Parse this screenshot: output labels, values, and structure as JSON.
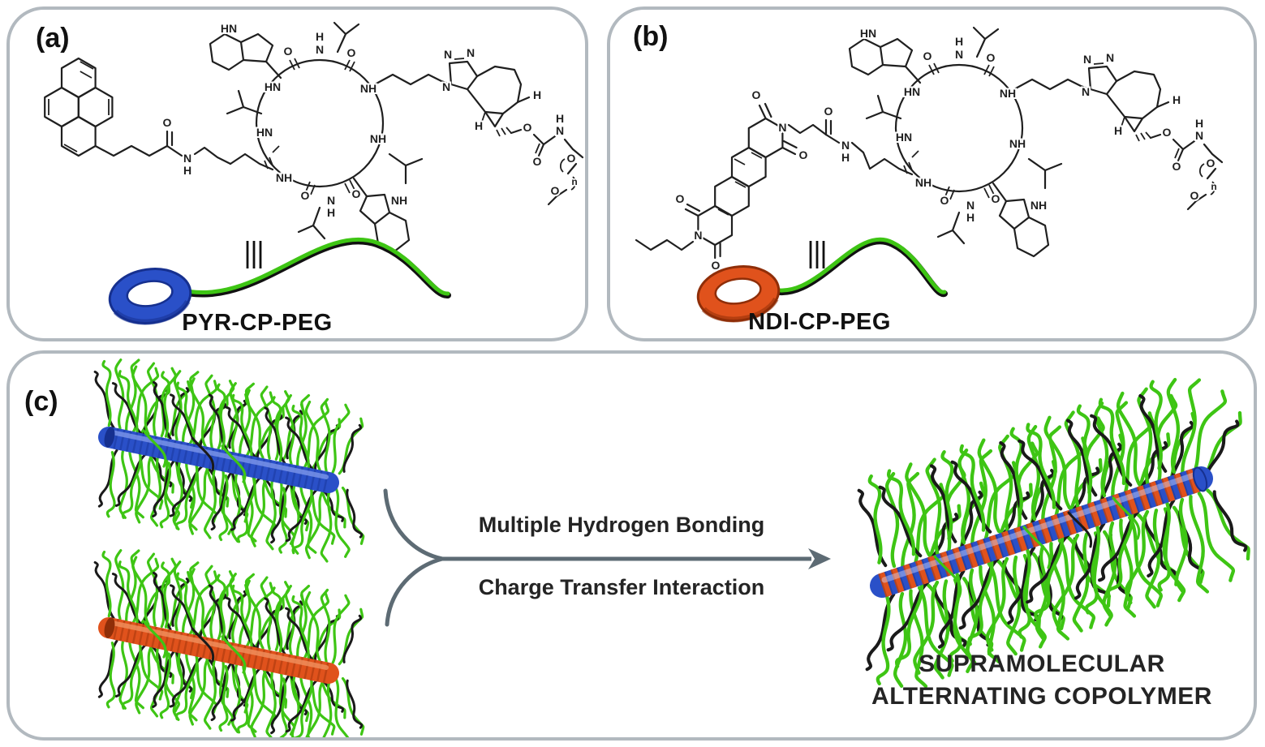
{
  "figure_panels": {
    "a": {
      "label": "(a)",
      "molecule_name": "PYR-CP-PEG"
    },
    "b": {
      "label": "(b)",
      "molecule_name": "NDI-CP-PEG"
    },
    "c": {
      "label": "(c)",
      "process_label_top": "Multiple Hydrogen Bonding",
      "process_label_bottom": "Charge Transfer Interaction",
      "product_label_line1": "SUPRAMOLECULAR",
      "product_label_line2": "ALTERNATING COPOLYMER"
    }
  },
  "chem_atoms": {
    "O": "O",
    "N": "N",
    "H": "H",
    "NH": "NH",
    "HN": "HN",
    "n": "n"
  },
  "colors": {
    "panel_border": "#b2b9bf",
    "structure_ink": "#1f1f1f",
    "pyr_blue": "#2a50c8",
    "pyr_blue_dark": "#16308f",
    "ndi_orange": "#e0521c",
    "ndi_orange_dark": "#8f2e08",
    "peg_green": "#3ec514",
    "arrow_gray": "#5d6b74",
    "text_dark": "#242424"
  }
}
